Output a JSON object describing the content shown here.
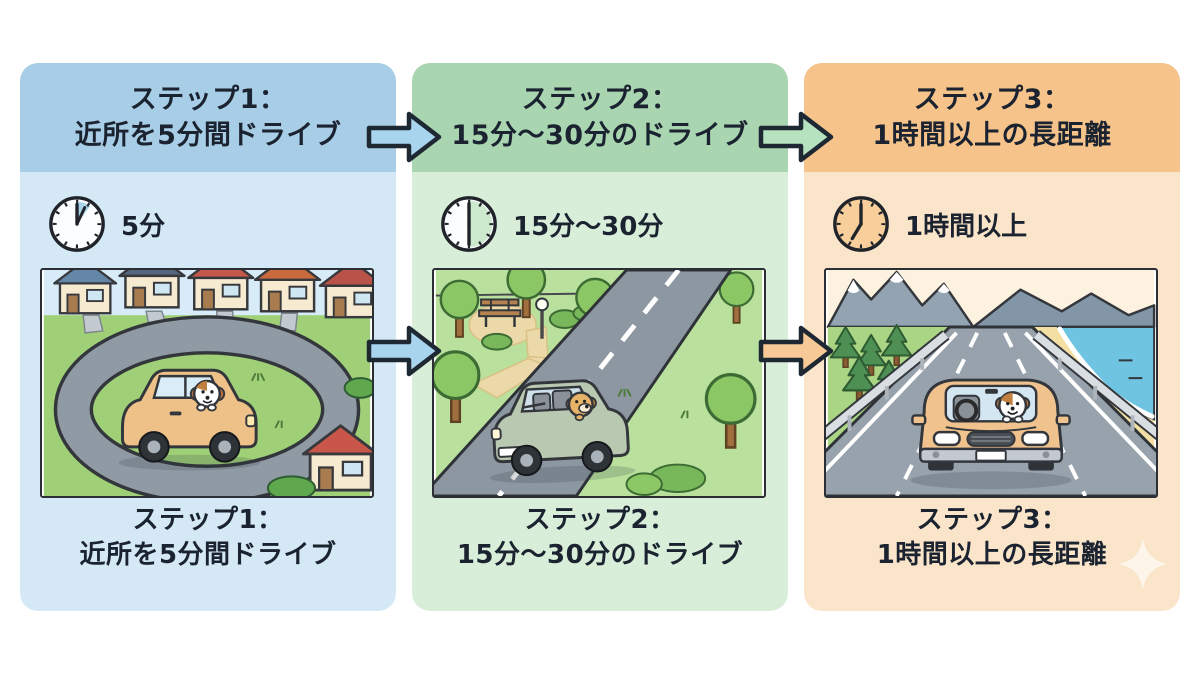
{
  "text_color": "#1b2330",
  "background": "#ffffff",
  "steps": [
    {
      "header_line1": "ステップ1：",
      "header_line2": "近所を5分間ドライブ",
      "duration_label": "5分",
      "caption_line1": "ステップ1：",
      "caption_line2": "近所を5分間ドライブ",
      "illustration": "dog-driving-car-around-neighborhood-loop",
      "colors": {
        "header": "#a8cde6",
        "body": "#d4e9f5",
        "clock_accent": "#a9d4ec"
      }
    },
    {
      "header_line1": "ステップ2：",
      "header_line2": "15分〜30分のドライブ",
      "duration_label": "15分〜30分",
      "caption_line1": "ステップ2：",
      "caption_line2": "15分〜30分のドライブ",
      "illustration": "dog-driving-car-past-park-road",
      "colors": {
        "header": "#a9d5b1",
        "body": "#d9eed9",
        "clock_accent": "#cde9cd"
      }
    },
    {
      "header_line1": "ステップ3：",
      "header_line2": "1時間以上の長距離",
      "duration_label": "1時間以上",
      "caption_line1": "ステップ3：",
      "caption_line2": "1時間以上の長距離",
      "illustration": "dog-driving-car-on-coastal-highway",
      "colors": {
        "header": "#f6c48b",
        "body": "#fbe5ca",
        "clock_accent": "#f8cf9b"
      }
    }
  ],
  "arrows": [
    {
      "position": "top-between-step-1-and-2",
      "fill": "#a9d4ee"
    },
    {
      "position": "top-between-step-2-and-3",
      "fill": "#b7e2c0"
    },
    {
      "position": "middle-between-step-1-and-2",
      "fill": "#a9d4ee"
    },
    {
      "position": "middle-between-step-2-and-3",
      "fill": "#f7c997"
    }
  ]
}
